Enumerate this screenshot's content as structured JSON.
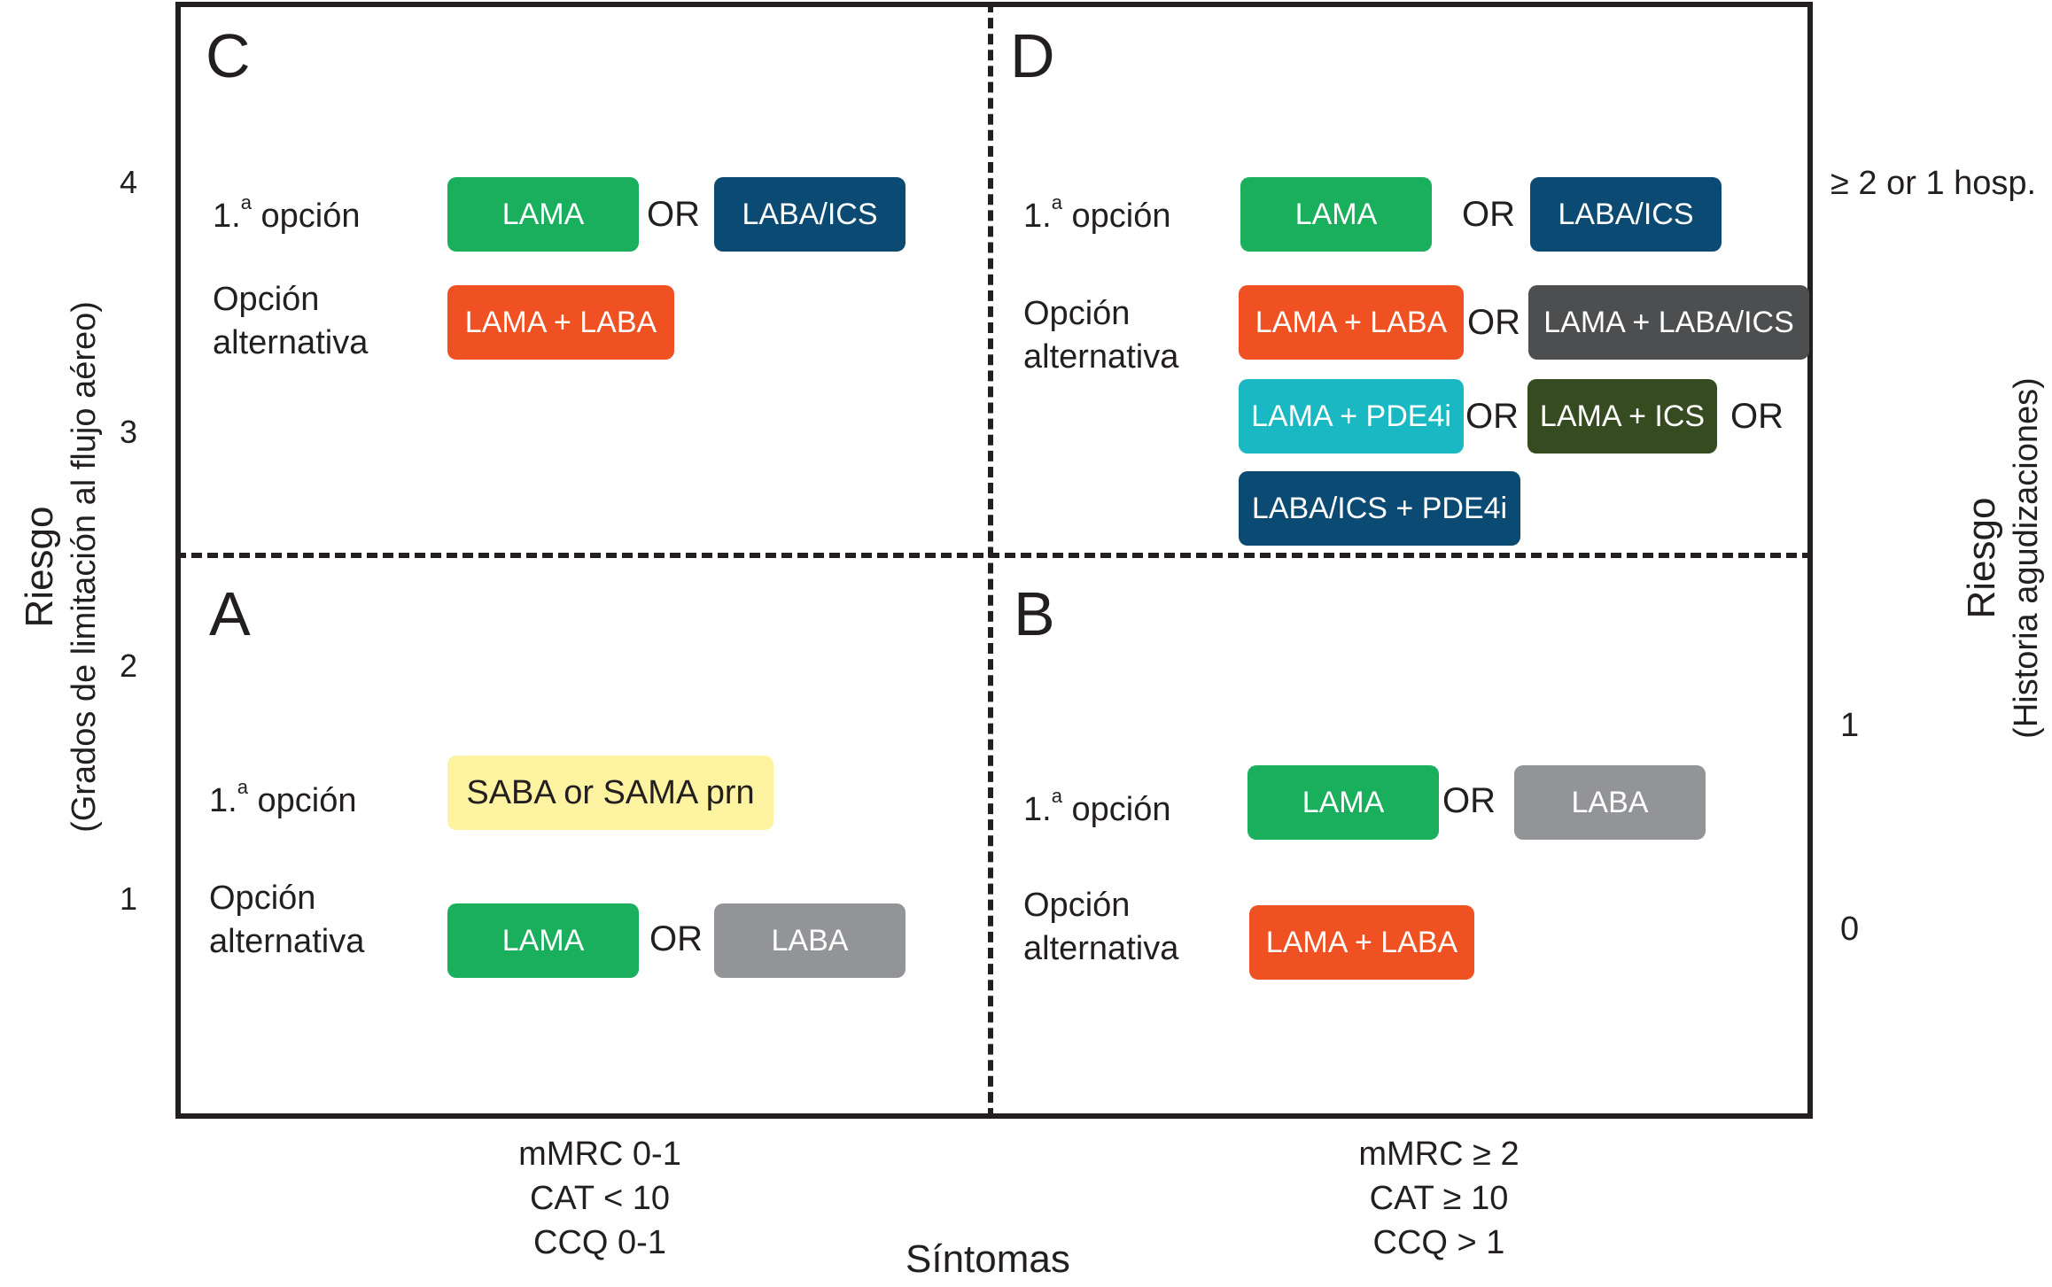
{
  "colors": {
    "green": "#1aaf5d",
    "navy": "#0b4a72",
    "orange": "#ef5123",
    "darkgray": "#4d4e50",
    "teal": "#19b8c3",
    "olive": "#364b1f",
    "yellow": "#fdf3a0",
    "gray": "#929497",
    "line": "#231f20"
  },
  "left_axis": {
    "title": "Riesgo",
    "subtitle": "(Grados de limitación al flujo aéreo)",
    "ticks": [
      "4",
      "3",
      "2",
      "1"
    ]
  },
  "right_axis": {
    "title": "Riesgo",
    "subtitle": "(Historia agudizaciones)",
    "ticks": [
      "≥ 2 or 1 hosp.",
      "1",
      "0"
    ]
  },
  "x_axis": {
    "title": "Síntomas",
    "left_lines": [
      "mMRC 0-1",
      "CAT < 10",
      "CCQ 0-1"
    ],
    "right_lines": [
      "mMRC ≥ 2",
      "CAT ≥ 10",
      "CCQ > 1"
    ]
  },
  "quadrants": {
    "C": {
      "letter": "C",
      "first_prefix": "1.",
      "first_sup": "a",
      "first_suffix": " opción",
      "alt_line1": "Opción",
      "alt_line2": "alternativa",
      "first_options": [
        "LAMA",
        "OR",
        "LABA/ICS"
      ],
      "alt_options": [
        "LAMA + LABA"
      ]
    },
    "D": {
      "letter": "D",
      "first_prefix": "1.",
      "first_sup": "a",
      "first_suffix": " opción",
      "alt_line1": "Opción",
      "alt_line2": "alternativa",
      "first_options": [
        "LAMA",
        "OR",
        "LABA/ICS"
      ],
      "alt_options": [
        "LAMA + LABA",
        "OR",
        "LAMA + LABA/ICS",
        "LAMA + PDE4i",
        "OR",
        "LAMA + ICS",
        "OR",
        "LABA/ICS + PDE4i"
      ]
    },
    "A": {
      "letter": "A",
      "first_prefix": "1.",
      "first_sup": "a",
      "first_suffix": " opción",
      "alt_line1": "Opción",
      "alt_line2": "alternativa",
      "first_options": [
        "SABA or SAMA prn"
      ],
      "alt_options": [
        "LAMA",
        "OR",
        "LABA"
      ]
    },
    "B": {
      "letter": "B",
      "first_prefix": "1.",
      "first_sup": "a",
      "first_suffix": " opción",
      "alt_line1": "Opción",
      "alt_line2": "alternativa",
      "first_options": [
        "LAMA",
        "OR",
        "LABA"
      ],
      "alt_options": [
        "LAMA + LABA"
      ]
    }
  }
}
